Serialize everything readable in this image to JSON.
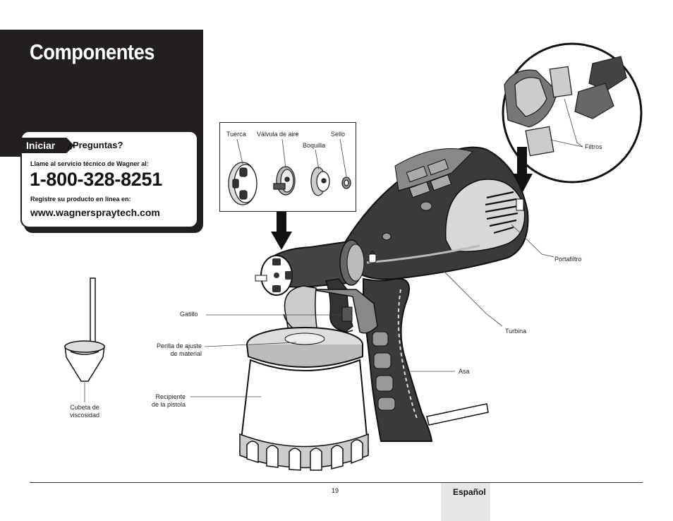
{
  "page": {
    "title": "Componentes",
    "page_number": "19",
    "language": "Español"
  },
  "help": {
    "tab_label": "Iniciar",
    "question": "¿Preguntas?",
    "call_text": "Llame al servicio técnico de Wagner al:",
    "phone": "1-800-328-8251",
    "register_text": "Registre su producto en línea en:",
    "website": "www.wagnerspraytech.com"
  },
  "parts": {
    "nut": "Tuerca",
    "air_valve": "Válvula de aire",
    "seal": "Sello",
    "nozzle": "Boquilla"
  },
  "labels": {
    "filters": "Filtros",
    "filter_holder": "Portafiltro",
    "turbine": "Turbina",
    "handle": "Asa",
    "trigger": "Gatillo",
    "material_knob": "Perilla de ajuste\nde material",
    "container": "Recipiente\nde la pistola",
    "viscosity_cup": "Cubeta de\nviscosidad"
  }
}
